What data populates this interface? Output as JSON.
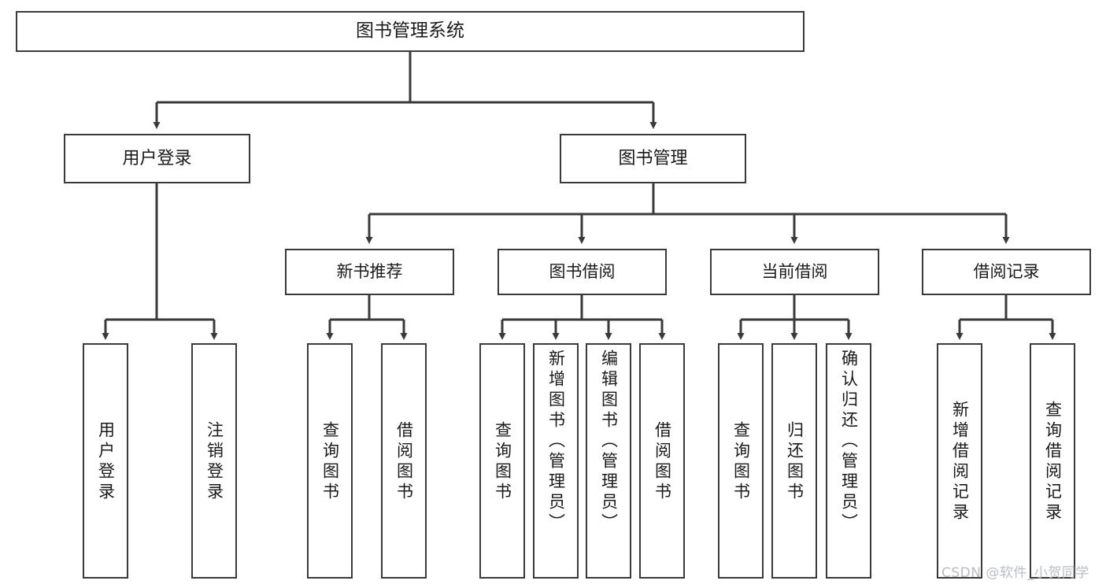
{
  "diagram": {
    "type": "tree",
    "title": "图书管理系统",
    "root": {
      "label": "图书管理系统"
    },
    "level2": [
      {
        "label": "用户登录"
      },
      {
        "label": "图书管理"
      }
    ],
    "level3": [
      {
        "label": "新书推荐"
      },
      {
        "label": "图书借阅"
      },
      {
        "label": "当前借阅"
      },
      {
        "label": "借阅记录"
      }
    ],
    "leaves": {
      "user_login": [
        {
          "label": "用户登录"
        },
        {
          "label": "注销登录"
        }
      ],
      "new_book_recommend": [
        {
          "label": "查询图书"
        },
        {
          "label": "借阅图书"
        }
      ],
      "book_borrow": [
        {
          "label": "查询图书"
        },
        {
          "label": "新增图书（管理员）"
        },
        {
          "label": "编辑图书（管理员）"
        },
        {
          "label": "借阅图书"
        }
      ],
      "current_borrow": [
        {
          "label": "查询图书"
        },
        {
          "label": "归还图书"
        },
        {
          "label": "确认归还（管理员）"
        }
      ],
      "borrow_record": [
        {
          "label": "新增借阅记录"
        },
        {
          "label": "查询借阅记录"
        }
      ]
    }
  },
  "watermark": {
    "text": "CSDN @软件_小贺同学"
  },
  "colors": {
    "stroke": "#3a3a3a",
    "background": "#ffffff",
    "text": "#1a1a1a",
    "watermark": "#b9bcc2"
  }
}
